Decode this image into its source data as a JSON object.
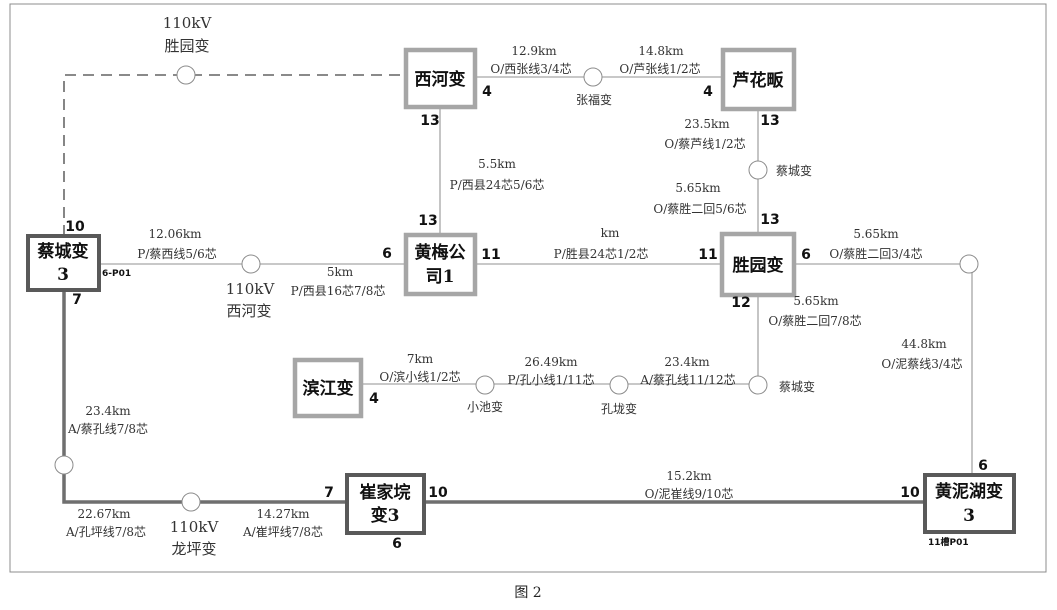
{
  "caption": "图 2",
  "stations": {
    "xihe": "西河变",
    "luhua": "芦花畈",
    "caicheng_name": "蔡城变",
    "caicheng_num": "3",
    "huangmei_line1": "黄梅公",
    "huangmei_line2": "司1",
    "shengyuan": "胜园变",
    "binjiang": "滨江变",
    "cuijia_line1": "崔家垸",
    "cuijia_line2": "变3",
    "huangni_name": "黄泥湖变",
    "huangni_num": "3"
  },
  "relays": {
    "shengyuan110_kv": "110kV",
    "shengyuan110_name": "胜园变",
    "zhangfu": "张福变",
    "caicheng_relay_top": "蔡城变",
    "xihe110_kv": "110kV",
    "xihe110_name": "西河变",
    "xiaochi": "小池变",
    "konglong": "孔垅变",
    "caicheng_relay_bottom": "蔡城变",
    "longping110_kv": "110kV",
    "longping110_name": "龙坪变"
  },
  "links": {
    "xihe_zhangfu_len": "12.9km",
    "xihe_zhangfu_core": "O/西张线3/4芯",
    "zhangfu_luhua_len": "14.8km",
    "zhangfu_luhua_core": "O/芦张线1/2芯",
    "xihe_huangmei_len": "5.5km",
    "xihe_huangmei_core": "P/西县24芯5/6芯",
    "luhua_relay_len": "23.5km",
    "luhua_relay_core": "O/蔡芦线1/2芯",
    "relay_shengyuan_len": "5.65km",
    "relay_shengyuan_core": "O/蔡胜二回5/6芯",
    "caicheng_xihe110_len": "12.06km",
    "caicheng_xihe110_core": "P/蔡西线5/6芯",
    "xihe110_huangmei_len": "5km",
    "xihe110_huangmei_core": "P/西县16芯7/8芯",
    "huangmei_shengyuan_len": "km",
    "huangmei_shengyuan_core": "P/胜县24芯1/2芯",
    "shengyuan_right_len": "5.65km",
    "shengyuan_right_core": "O/蔡胜二回3/4芯",
    "shengyuan_down_len": "5.65km",
    "shengyuan_down_core": "O/蔡胜二回7/8芯",
    "right_down_len": "44.8km",
    "right_down_core": "O/泥蔡线3/4芯",
    "binjiang_xiaochi_len": "7km",
    "binjiang_xiaochi_core": "O/滨小线1/2芯",
    "xiaochi_konglong_len": "26.49km",
    "xiaochi_konglong_core": "P/孔小线1/11芯",
    "konglong_caicheng_len": "23.4km",
    "konglong_caicheng_core": "A/蔡孔线11/12芯",
    "caicheng_down_len": "23.4km",
    "caicheng_down_core": "A/蔡孔线7/8芯",
    "bottom_left_len": "22.67km",
    "bottom_left_core": "A/孔坪线7/8芯",
    "longping_cuijia_len": "14.27km",
    "longping_cuijia_core": "A/崔坪线7/8芯",
    "cuijia_huangni_len": "15.2km",
    "cuijia_huangni_core": "O/泥崔线9/10芯"
  },
  "ports": {
    "xihe_bottom_left": "4",
    "xihe_bottom": "13",
    "luhua_bottom_left": "4",
    "luhua_bottom": "13",
    "huangmei_top": "13",
    "huangmei_left": "6",
    "huangmei_right": "11",
    "caicheng_top": "10",
    "caicheng_right": "6-P01",
    "caicheng_bottom": "7",
    "shengyuan_top": "13",
    "shengyuan_left": "11",
    "shengyuan_right": "6",
    "shengyuan_bottom": "12",
    "binjiang_right": "4",
    "cuijia_left": "7",
    "cuijia_right": "10",
    "cuijia_bottom": "6",
    "huangni_top": "6",
    "huangni_left": "10",
    "huangni_bottom": "11槽P01"
  }
}
